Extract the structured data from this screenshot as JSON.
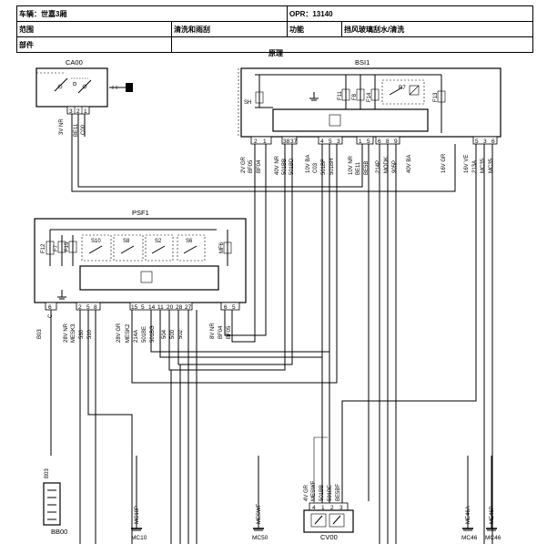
{
  "header": {
    "row1": {
      "vehicle": "车辆：世嘉3厢",
      "opr": "OPR：13140"
    },
    "row2": {
      "range_label": "范围",
      "range_value": "清洗和雨刮",
      "function_label": "功能",
      "function_value": "挡风玻璃刮水/清洗"
    },
    "row3": {
      "parts_label": "部件"
    }
  },
  "diagram_title": "原理",
  "components": {
    "ca00": {
      "name": "CA00",
      "pins": [
        "3",
        "2",
        "1"
      ],
      "wires": [
        "3V NR",
        "BE11",
        "C00"
      ]
    },
    "bsi1": {
      "name": "BSI1",
      "internal": [
        "SH",
        "F11",
        "F8",
        "F14",
        "R7",
        "F13"
      ],
      "connectors": [
        {
          "label": "2V GR",
          "wires": [
            "BF05",
            "BF04"
          ],
          "pins": [
            "2",
            "1"
          ]
        },
        {
          "label": "40V NR",
          "wires": [
            "501BB",
            "501BD"
          ],
          "pins": [
            "38",
            "37"
          ]
        },
        {
          "label": "10V BA",
          "wires": [
            "C03",
            "501BF",
            "501BH"
          ],
          "pins": [
            "4",
            "5",
            "3"
          ]
        },
        {
          "label": "10V NR",
          "wires": [
            "BE11",
            "BE5B"
          ],
          "pins": [
            "1",
            "5"
          ]
        },
        {
          "label": "",
          "wires": [
            "214P",
            "MODK",
            "905P"
          ],
          "pins": [
            "6",
            "8",
            "9"
          ]
        },
        {
          "label": "40V BA",
          "wires": [],
          "pins": []
        },
        {
          "label": "16V GR",
          "wires": [],
          "pins": []
        },
        {
          "label": "16V VE",
          "wires": [
            "213A",
            "MC35",
            "MC35"
          ],
          "pins": [
            "5",
            "3",
            "6"
          ]
        }
      ]
    },
    "psf1": {
      "name": "PSF1",
      "internal": [
        "F12",
        "F7",
        "F15",
        "S10",
        "S8",
        "S2",
        "S6",
        "MF6"
      ],
      "connectors": [
        {
          "label": "B03",
          "wires": [
            "C"
          ],
          "pins": [
            "6"
          ]
        },
        {
          "label": "28V NR",
          "wires": [
            "MESK3",
            "530",
            "510"
          ],
          "pins": [
            "2",
            "5",
            "8"
          ]
        },
        {
          "label": "28V GR",
          "wires": [
            "MESK2",
            "214A",
            "501BE",
            "501BG",
            "504",
            "500",
            "502"
          ],
          "pins": [
            "15",
            "5",
            "14",
            "11",
            "20",
            "28",
            "27"
          ]
        },
        {
          "label": "8V NR",
          "wires": [
            "BF04",
            "BF05"
          ],
          "pins": [
            "6",
            "5"
          ]
        }
      ]
    },
    "bb00": {
      "name": "BB00",
      "connector": "B03"
    },
    "cv00": {
      "name": "CV00",
      "label": "4V GR",
      "wires": [
        "MESWF",
        "501BB",
        "501BE",
        "BE5BF"
      ],
      "pins": [
        "4",
        "1",
        "2",
        "3"
      ]
    }
  },
  "grounds": [
    "MC10",
    "MC50",
    "MC46",
    "MC46"
  ],
  "ground_tags": [
    "MC10P",
    "MESWF",
    "ME46A",
    "ME46P"
  ]
}
